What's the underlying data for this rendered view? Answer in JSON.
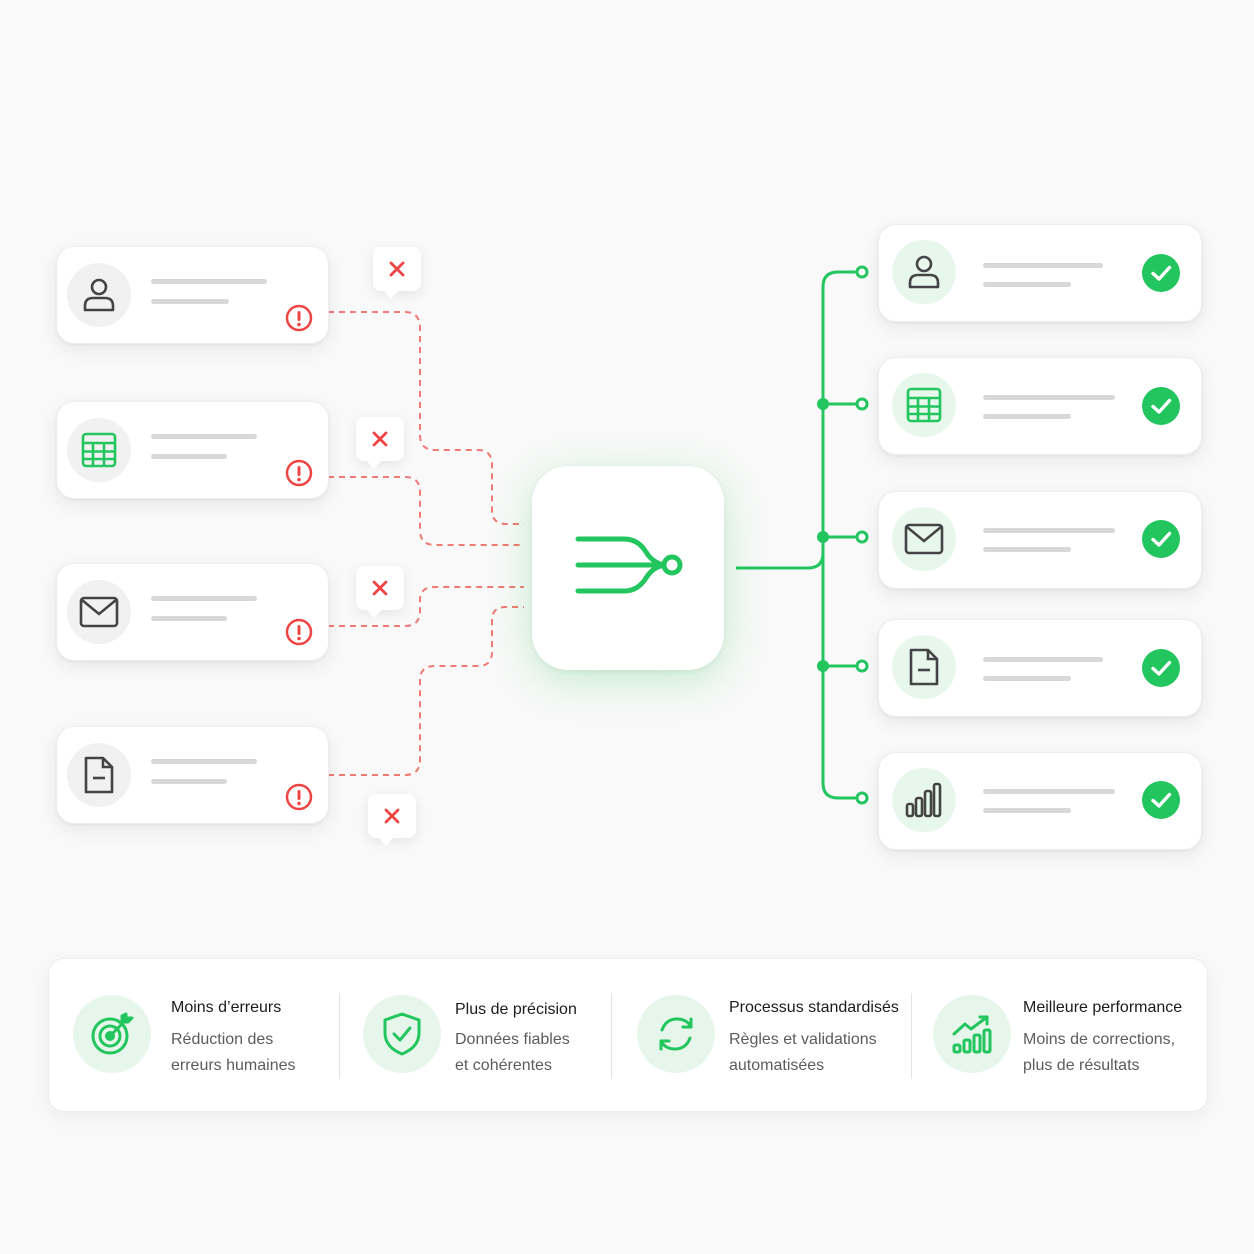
{
  "colors": {
    "accent_green": "#22c55e",
    "error_red": "#ef4444",
    "dark_icon": "#444444"
  },
  "left_sources": [
    {
      "icon": "user-icon",
      "status": "error"
    },
    {
      "icon": "table-icon",
      "status": "error"
    },
    {
      "icon": "mail-icon",
      "status": "error"
    },
    {
      "icon": "document-icon",
      "status": "error"
    }
  ],
  "right_outputs": [
    {
      "icon": "user-icon",
      "status": "validated"
    },
    {
      "icon": "table-icon",
      "status": "validated"
    },
    {
      "icon": "mail-icon",
      "status": "validated"
    },
    {
      "icon": "document-icon",
      "status": "validated"
    },
    {
      "icon": "bar-chart-icon",
      "status": "validated"
    }
  ],
  "hub": {
    "icon": "pipeline-hub-icon"
  },
  "benefits": [
    {
      "icon": "target-icon",
      "title": "Moins d’erreurs",
      "desc_line1": "Réduction des",
      "desc_line2": "erreurs humaines"
    },
    {
      "icon": "shield-check-icon",
      "title": "Plus de précision",
      "desc_line1": "Données fiables",
      "desc_line2": "et cohérentes"
    },
    {
      "icon": "refresh-icon",
      "title": "Processus standardisés",
      "desc_line1": "Règles et validations",
      "desc_line2": "automatisées"
    },
    {
      "icon": "growth-chart-icon",
      "title": "Meilleure performance",
      "desc_line1": "Moins de corrections,",
      "desc_line2": "plus de résultats"
    }
  ]
}
